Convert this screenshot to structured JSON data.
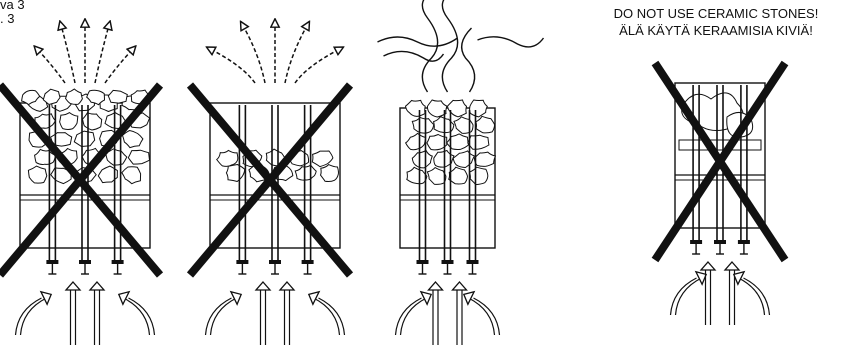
{
  "figure": {
    "label_lines": [
      "va 3",
      ". 3"
    ]
  },
  "warning": {
    "line_en": "DO NOT USE CERAMIC STONES!",
    "line_fi": "ÄLÄ KÄYTÄ KERAAMISIA KIVIÄ!"
  },
  "panels": [
    {
      "stones": "overfilled",
      "crossed": true,
      "top_flow": "dashed-arrows"
    },
    {
      "stones": "underfilled",
      "crossed": true,
      "top_flow": "dashed-arrows-wide"
    },
    {
      "stones": "correct",
      "crossed": false,
      "top_flow": "wavy-heat"
    },
    {
      "stones": "ceramic",
      "crossed": true,
      "top_flow": "none"
    }
  ],
  "colors": {
    "ink": "#111111",
    "background": "#ffffff"
  }
}
